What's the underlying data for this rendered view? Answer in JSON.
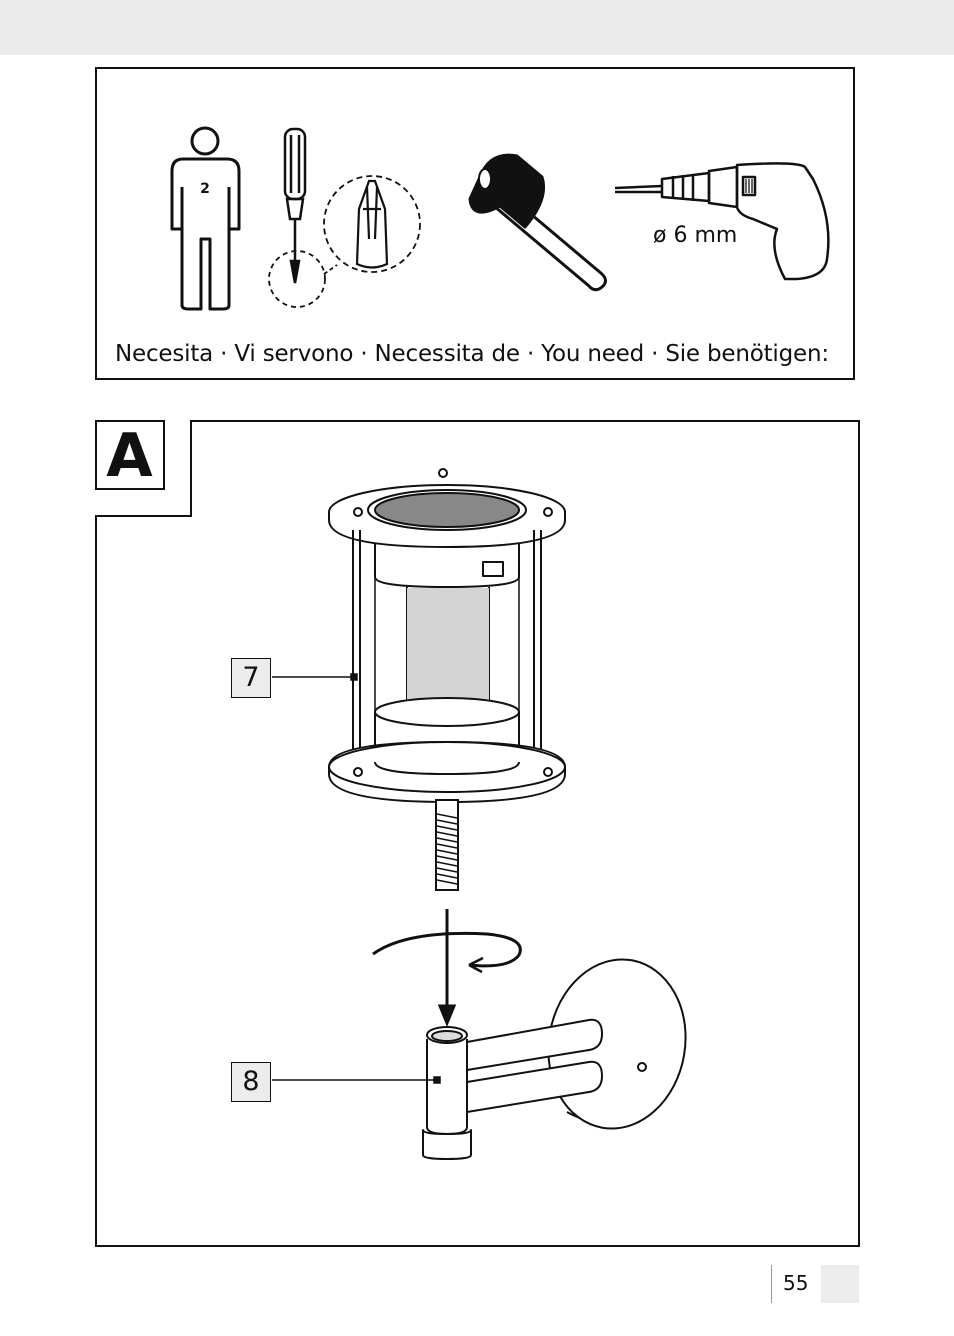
{
  "tools": {
    "caption": "Necesita · Vi servono · Necessita de · You need · Sie benötigen:",
    "persons_count": "2",
    "drill_size": "ø 6 mm",
    "icons": [
      "two-persons-icon",
      "screwdriver-icon",
      "phillips-bit-icon",
      "hammer-icon",
      "drill-icon"
    ]
  },
  "figure": {
    "letter": "A",
    "callouts": [
      {
        "number": "7"
      },
      {
        "number": "8"
      }
    ]
  },
  "page": {
    "number": "55"
  }
}
